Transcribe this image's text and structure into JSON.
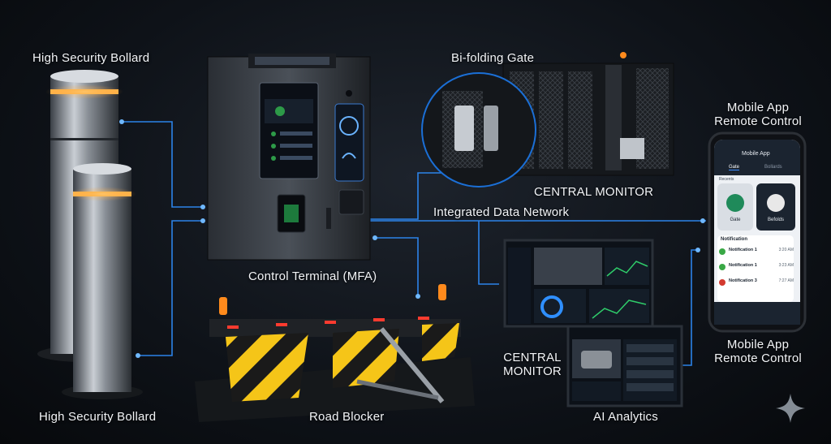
{
  "labels": {
    "bollard_top": "High Security Bollard",
    "bollard_bottom": "High Security Bollard",
    "control_terminal": "Control Terminal (MFA)",
    "bifolding_gate": "Bi-folding Gate",
    "central_monitor_top": "CENTRAL MONITOR",
    "integrated_network": "Integrated Data Network",
    "central_monitor_bottom": "CENTRAL\nMONITOR",
    "road_blocker": "Road Blocker",
    "ai_analytics": "AI Analytics",
    "mobile_top": "Mobile App\nRemote Control",
    "mobile_bottom": "Mobile App\nRemote Control"
  },
  "phone": {
    "app_title": "Mobile App",
    "tabs": [
      "Gate",
      "Bollards"
    ],
    "section": "Recents",
    "tiles": [
      {
        "label": "Gate",
        "color": "#1f8a5a"
      },
      {
        "label": "Befolds",
        "color": "#e8e8e8"
      }
    ],
    "notification_header": "Notification",
    "notifications": [
      {
        "title": "Notification 1",
        "time": "3:20 AM",
        "color": "#39a845"
      },
      {
        "title": "Notification 1",
        "time": "3:23 AM",
        "color": "#39a845"
      },
      {
        "title": "Notification 3",
        "time": "7:27 AM",
        "color": "#d33a2f"
      }
    ]
  },
  "colors": {
    "network_line": "#2f8fff",
    "bollard_glow": "#ffb34a",
    "hazard_yellow": "#f5c518",
    "hazard_black": "#1a1a1a",
    "beacon": "#ff8a1c"
  }
}
